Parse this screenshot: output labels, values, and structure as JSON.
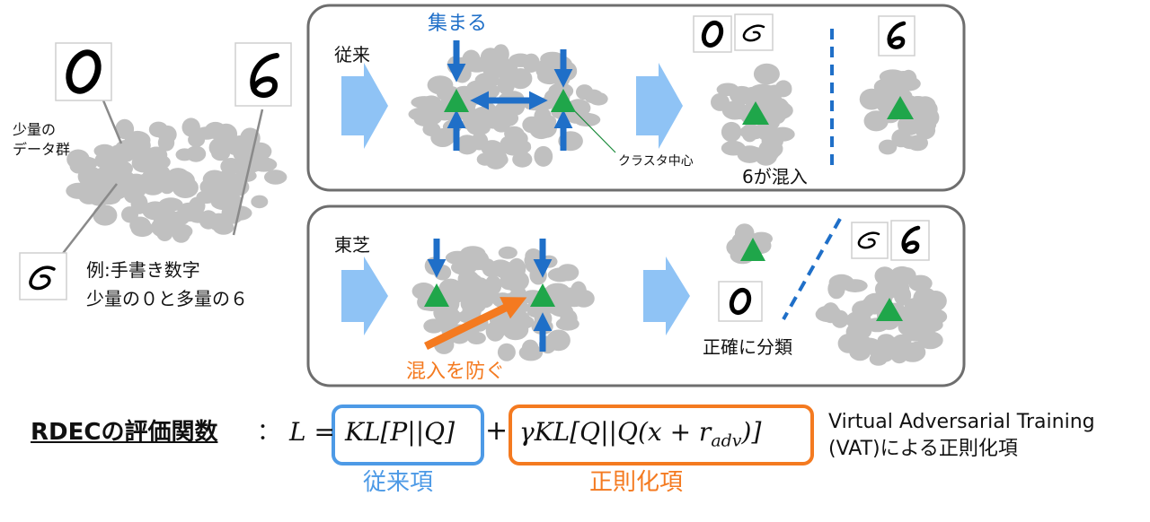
{
  "left": {
    "minority_note_line1": "少量の",
    "minority_note_line2": "データ群",
    "example_line1": "例:手書き数字",
    "example_line2": "少量の０と多量の６"
  },
  "digits": {
    "zero": "0",
    "six": "6"
  },
  "top_panel": {
    "label": "従来",
    "gather_label": "集まる",
    "center_label": "クラスタ中心",
    "mixing_label": "6が混入"
  },
  "bottom_panel": {
    "label": "東芝",
    "prevent_label": "混入を防ぐ",
    "classified_label": "正確に分類"
  },
  "formula": {
    "title": "RDECの評価関数",
    "sep": "：",
    "lhs": "L =",
    "kl_term": "KL[P||Q]",
    "plus": "+",
    "reg_term_prefix": "γKL[Q||Q(x + r",
    "reg_term_sub": "adv",
    "reg_term_suffix": ")]",
    "conventional_caption": "従来項",
    "regularization_caption": "正則化項",
    "vat_line1": "Virtual Adversarial Training",
    "vat_line2": "(VAT)による正則化項"
  },
  "colors": {
    "blob": "#c0c0c0",
    "arrow_blue": "#1f6fc8",
    "big_arrow": "#8fc3f5",
    "triangle": "#1fa64a",
    "orange": "#f47a20",
    "panel_border": "#6e6e6e",
    "kl_box": "#4d9ae6"
  }
}
